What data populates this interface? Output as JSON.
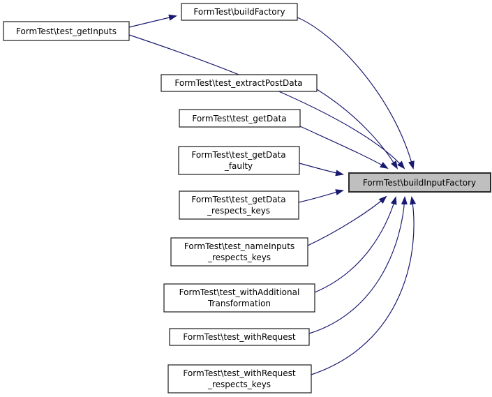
{
  "graph": {
    "kind": "call-graph",
    "colors": {
      "edge": "#191970",
      "node_fill": "#ffffff",
      "node_border": "#1a1a1a",
      "highlight_fill": "#bfbfbf",
      "text": "#000000",
      "background": "#ffffff"
    },
    "nodes": [
      {
        "id": "buildFactory",
        "highlighted": false,
        "lines": [
          "FormTest\\buildFactory"
        ]
      },
      {
        "id": "test_getInputs",
        "highlighted": false,
        "lines": [
          "FormTest\\test_getInputs"
        ]
      },
      {
        "id": "test_extractPostData",
        "highlighted": false,
        "lines": [
          "FormTest\\test_extractPostData"
        ]
      },
      {
        "id": "test_getData",
        "highlighted": false,
        "lines": [
          "FormTest\\test_getData"
        ]
      },
      {
        "id": "test_getData_faulty",
        "highlighted": false,
        "lines": [
          "FormTest\\test_getData",
          "_faulty"
        ]
      },
      {
        "id": "test_getData_respects_keys",
        "highlighted": false,
        "lines": [
          "FormTest\\test_getData",
          "_respects_keys"
        ]
      },
      {
        "id": "test_nameInputs_respects_keys",
        "highlighted": false,
        "lines": [
          "FormTest\\test_nameInputs",
          "_respects_keys"
        ]
      },
      {
        "id": "test_withAdditionalTransformation",
        "highlighted": false,
        "lines": [
          "FormTest\\test_withAdditional",
          "Transformation"
        ]
      },
      {
        "id": "test_withRequest",
        "highlighted": false,
        "lines": [
          "FormTest\\test_withRequest"
        ]
      },
      {
        "id": "test_withRequest_respects_keys",
        "highlighted": false,
        "lines": [
          "FormTest\\test_withRequest",
          "_respects_keys"
        ]
      },
      {
        "id": "buildInputFactory",
        "highlighted": true,
        "lines": [
          "FormTest\\buildInputFactory"
        ]
      }
    ],
    "edges": [
      {
        "from": "FormTest\\test_getInputs",
        "to": "FormTest\\buildFactory"
      },
      {
        "from": "FormTest\\test_getInputs",
        "to": "FormTest\\buildInputFactory"
      },
      {
        "from": "FormTest\\buildFactory",
        "to": "FormTest\\buildInputFactory"
      },
      {
        "from": "FormTest\\test_extractPostData",
        "to": "FormTest\\buildInputFactory"
      },
      {
        "from": "FormTest\\test_getData",
        "to": "FormTest\\buildInputFactory"
      },
      {
        "from": "FormTest\\test_getData_faulty",
        "to": "FormTest\\buildInputFactory"
      },
      {
        "from": "FormTest\\test_getData_respects_keys",
        "to": "FormTest\\buildInputFactory"
      },
      {
        "from": "FormTest\\test_nameInputs_respects_keys",
        "to": "FormTest\\buildInputFactory"
      },
      {
        "from": "FormTest\\test_withAdditionalTransformation",
        "to": "FormTest\\buildInputFactory"
      },
      {
        "from": "FormTest\\test_withRequest",
        "to": "FormTest\\buildInputFactory"
      },
      {
        "from": "FormTest\\test_withRequest_respects_keys",
        "to": "FormTest\\buildInputFactory"
      }
    ]
  }
}
